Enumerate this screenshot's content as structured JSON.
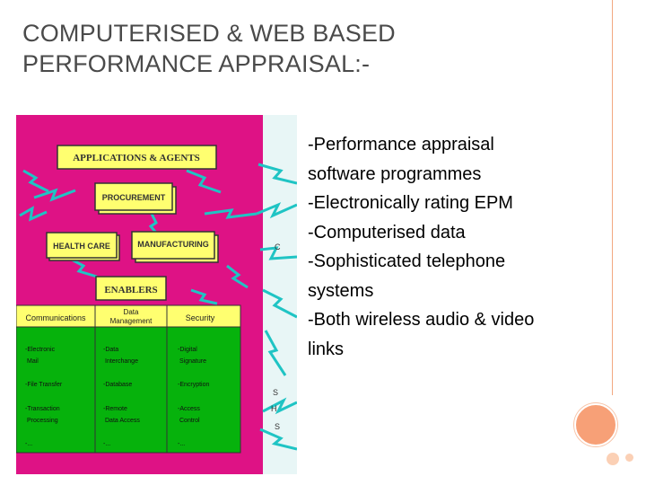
{
  "slide": {
    "title_lines": [
      "COMPUTERISED & WEB BASED",
      "PERFORMANCE APPRAISAL:-"
    ],
    "bullets": [
      "-Performance appraisal",
      "software programmes",
      "-Electronically rating EPM",
      "-Computerised data",
      "-Sophisticated telephone",
      "systems",
      "-Both wireless audio & video",
      "links"
    ]
  },
  "figure": {
    "applications_title": "APPLICATIONS & AGENTS",
    "procurement": "PROCUREMENT",
    "health_care": "HEALTH CARE",
    "manufacturing": "MANUFACTURING",
    "enablers_title": "ENABLERS",
    "col_communications": "Communications",
    "col_data_management_1": "Data",
    "col_data_management_2": "Management",
    "col_security": "Security",
    "comm_items": [
      "-Electronic",
      "Mail",
      "-File Transfer",
      "-Transaction",
      "Processing",
      "-..."
    ],
    "data_items": [
      "-Data",
      "Interchange",
      "-Database",
      "-Remote",
      "Data Access",
      "-..."
    ],
    "security_items": [
      "-Digital",
      "Signature",
      "-Encryption",
      "-Access",
      "Control",
      "-..."
    ],
    "cutoff_letters": [
      "C",
      "S",
      "H",
      "S"
    ]
  },
  "colors": {
    "magenta": "#de1285",
    "yellow": "#ffff70",
    "green": "#06b20c",
    "title_text": "#4a4a4a",
    "accent_orange": "#f7a077"
  }
}
